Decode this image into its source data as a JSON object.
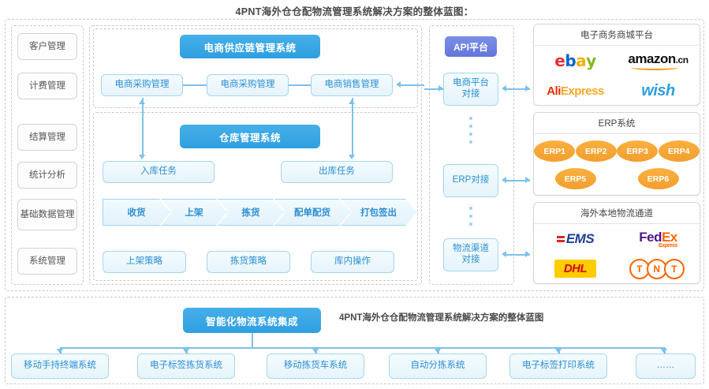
{
  "title": "4PNT海外仓仓配物流管理系统解决方案的整体蓝图：",
  "sidebar": {
    "items": [
      {
        "label": "客户管理"
      },
      {
        "label": "计费管理"
      },
      {
        "label": "结算管理"
      },
      {
        "label": "统计分析"
      },
      {
        "label": "基础数据管理"
      },
      {
        "label": "系统管理"
      }
    ]
  },
  "ecommerce_supply": {
    "header": "电商供应链管理系统",
    "items": [
      {
        "label": "电商采购管理"
      },
      {
        "label": "电商采购管理"
      },
      {
        "label": "电商销售管理"
      }
    ]
  },
  "warehouse": {
    "header": "仓库管理系统",
    "tasks": [
      {
        "label": "入库任务"
      },
      {
        "label": "出库任务"
      }
    ],
    "process": [
      {
        "label": "收货"
      },
      {
        "label": "上架"
      },
      {
        "label": "拣货"
      },
      {
        "label": "配单配货"
      },
      {
        "label": "打包签出"
      }
    ],
    "strategies": [
      {
        "label": "上架策略"
      },
      {
        "label": "拣货策略"
      },
      {
        "label": "库内操作"
      }
    ]
  },
  "api": {
    "header": "API平台",
    "connectors": [
      {
        "label": "电商平台\n对接"
      },
      {
        "label": "ERP对接"
      },
      {
        "label": "物流渠道\n对接"
      }
    ]
  },
  "panels": [
    {
      "title": "电子商务商城平台",
      "logos": [
        "ebay",
        "amazon.cn",
        "AliExpress",
        "wish"
      ]
    },
    {
      "title": "ERP系统",
      "logos": [
        "ERP1",
        "ERP2",
        "ERP3",
        "ERP4",
        "ERP5",
        "ERP6"
      ]
    },
    {
      "title": "海外本地物流通道",
      "logos": [
        "EMS",
        "FedEx Express",
        "DHL",
        "TNT"
      ]
    }
  ],
  "bottom": {
    "header": "智能化物流系统集成",
    "caption": "4PNT海外仓仓配物流管理系统解决方案的整体蓝图",
    "items": [
      {
        "label": "移动手持终端系统"
      },
      {
        "label": "电子标签拣货系统"
      },
      {
        "label": "移动拣货车系统"
      },
      {
        "label": "自动分拣系统"
      },
      {
        "label": "电子标签打印系统"
      },
      {
        "label": "……"
      }
    ]
  },
  "colors": {
    "primary_blue": "#2f9fe0",
    "light_blue_fill": "#eaf6fd",
    "api_purple": "#6d82e2",
    "erp_orange": "#f7a72e",
    "line": "#7cc2ea"
  }
}
